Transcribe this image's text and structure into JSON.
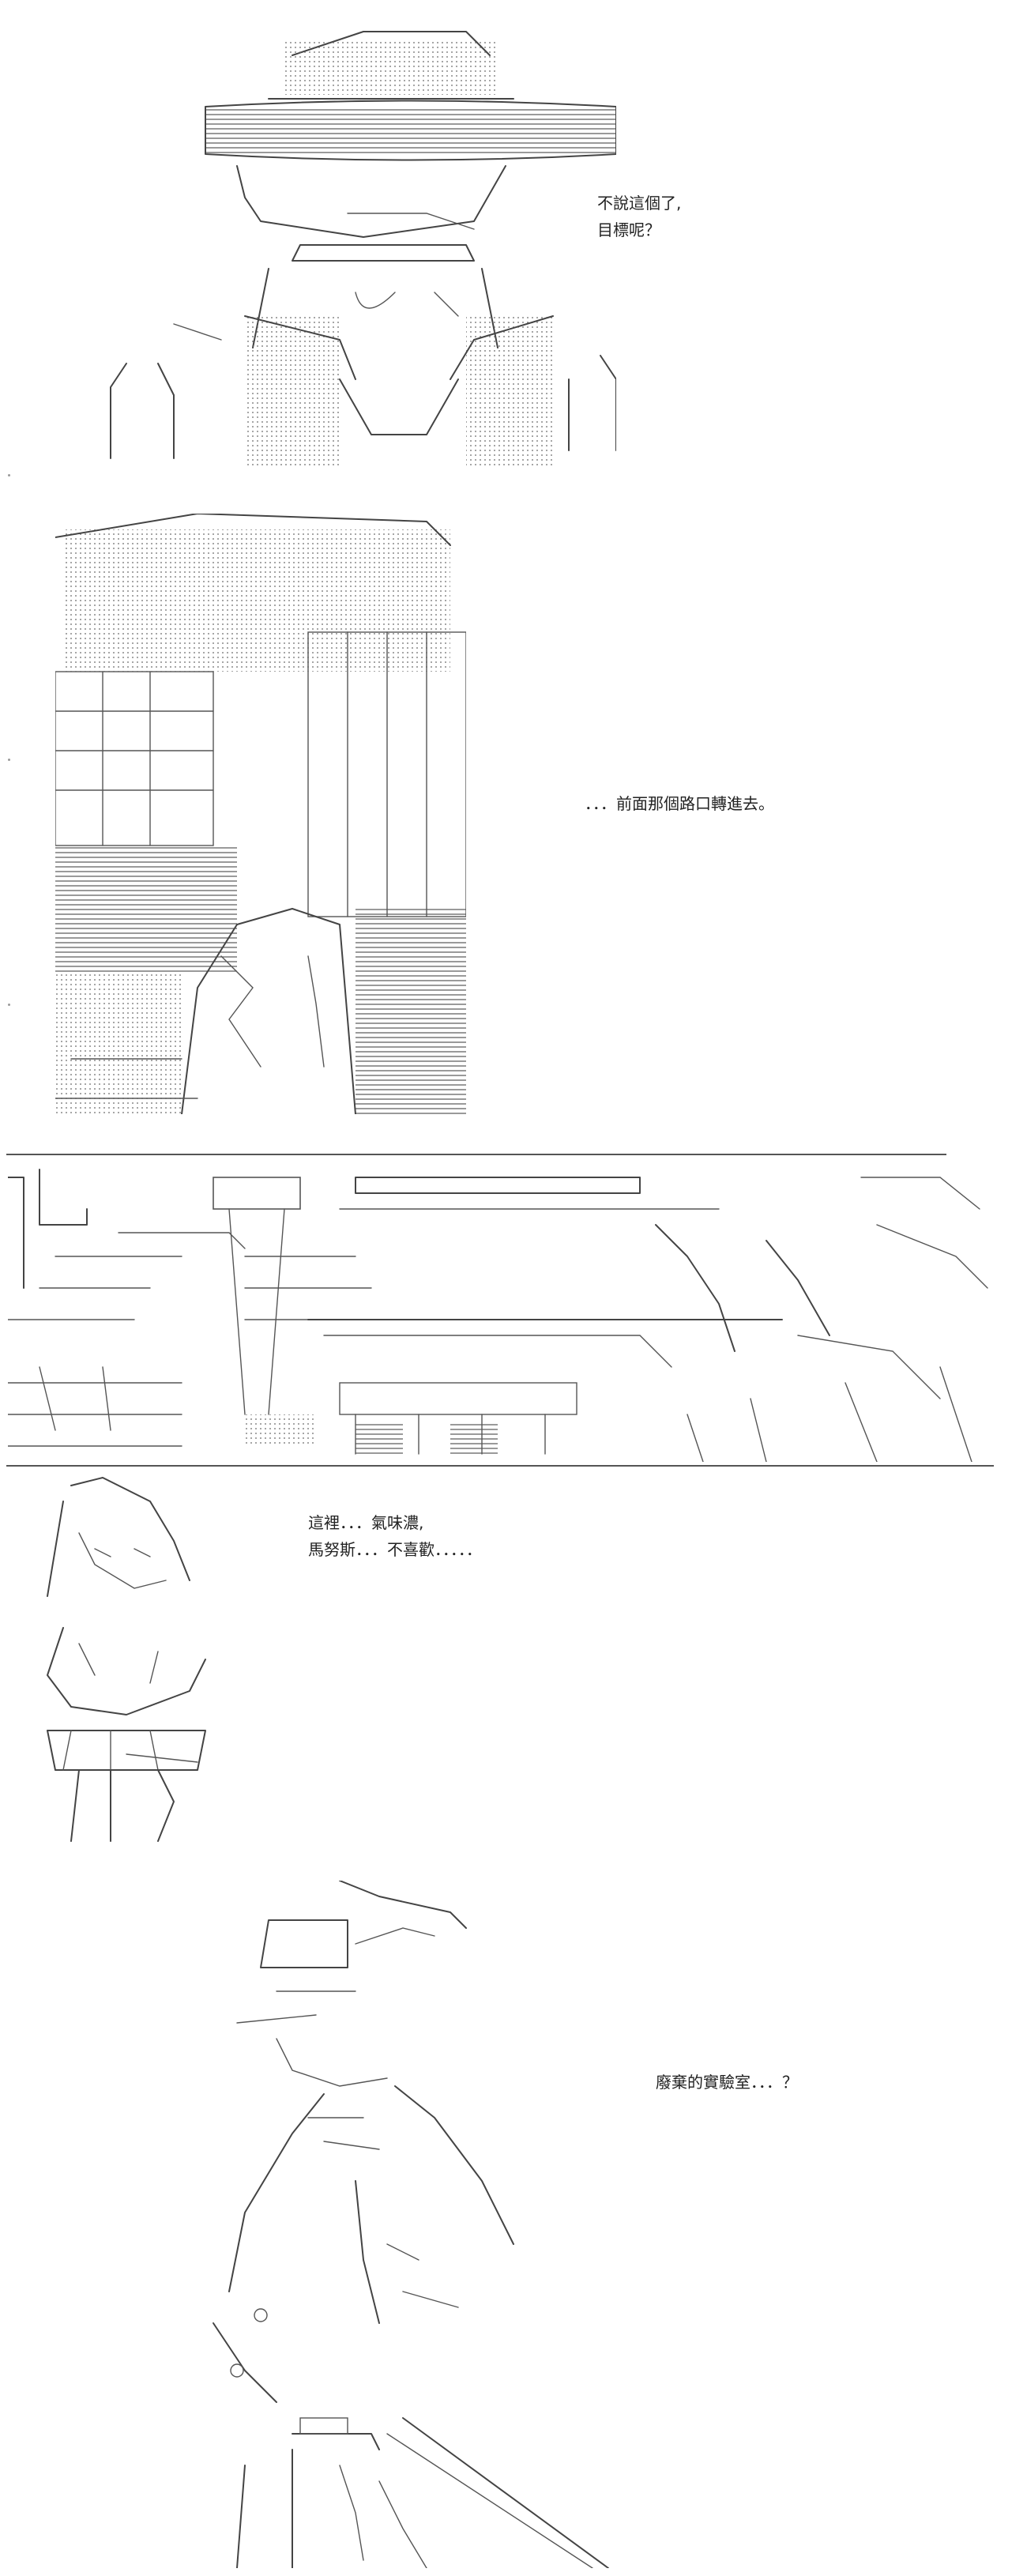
{
  "panels": [
    {
      "id": "panel-1",
      "dialogue": [
        "不說這個了,",
        "目標呢？"
      ]
    },
    {
      "id": "panel-2",
      "dialogue": [
        "．．．前面那個路口轉進去。"
      ]
    },
    {
      "id": "panel-3",
      "dialogue": [
        "這裡．．．氣味濃,",
        "馬努斯．．．不喜歡．．．．．"
      ]
    },
    {
      "id": "panel-4",
      "dialogue": [
        "廢棄的實驗室．．．？"
      ]
    }
  ]
}
